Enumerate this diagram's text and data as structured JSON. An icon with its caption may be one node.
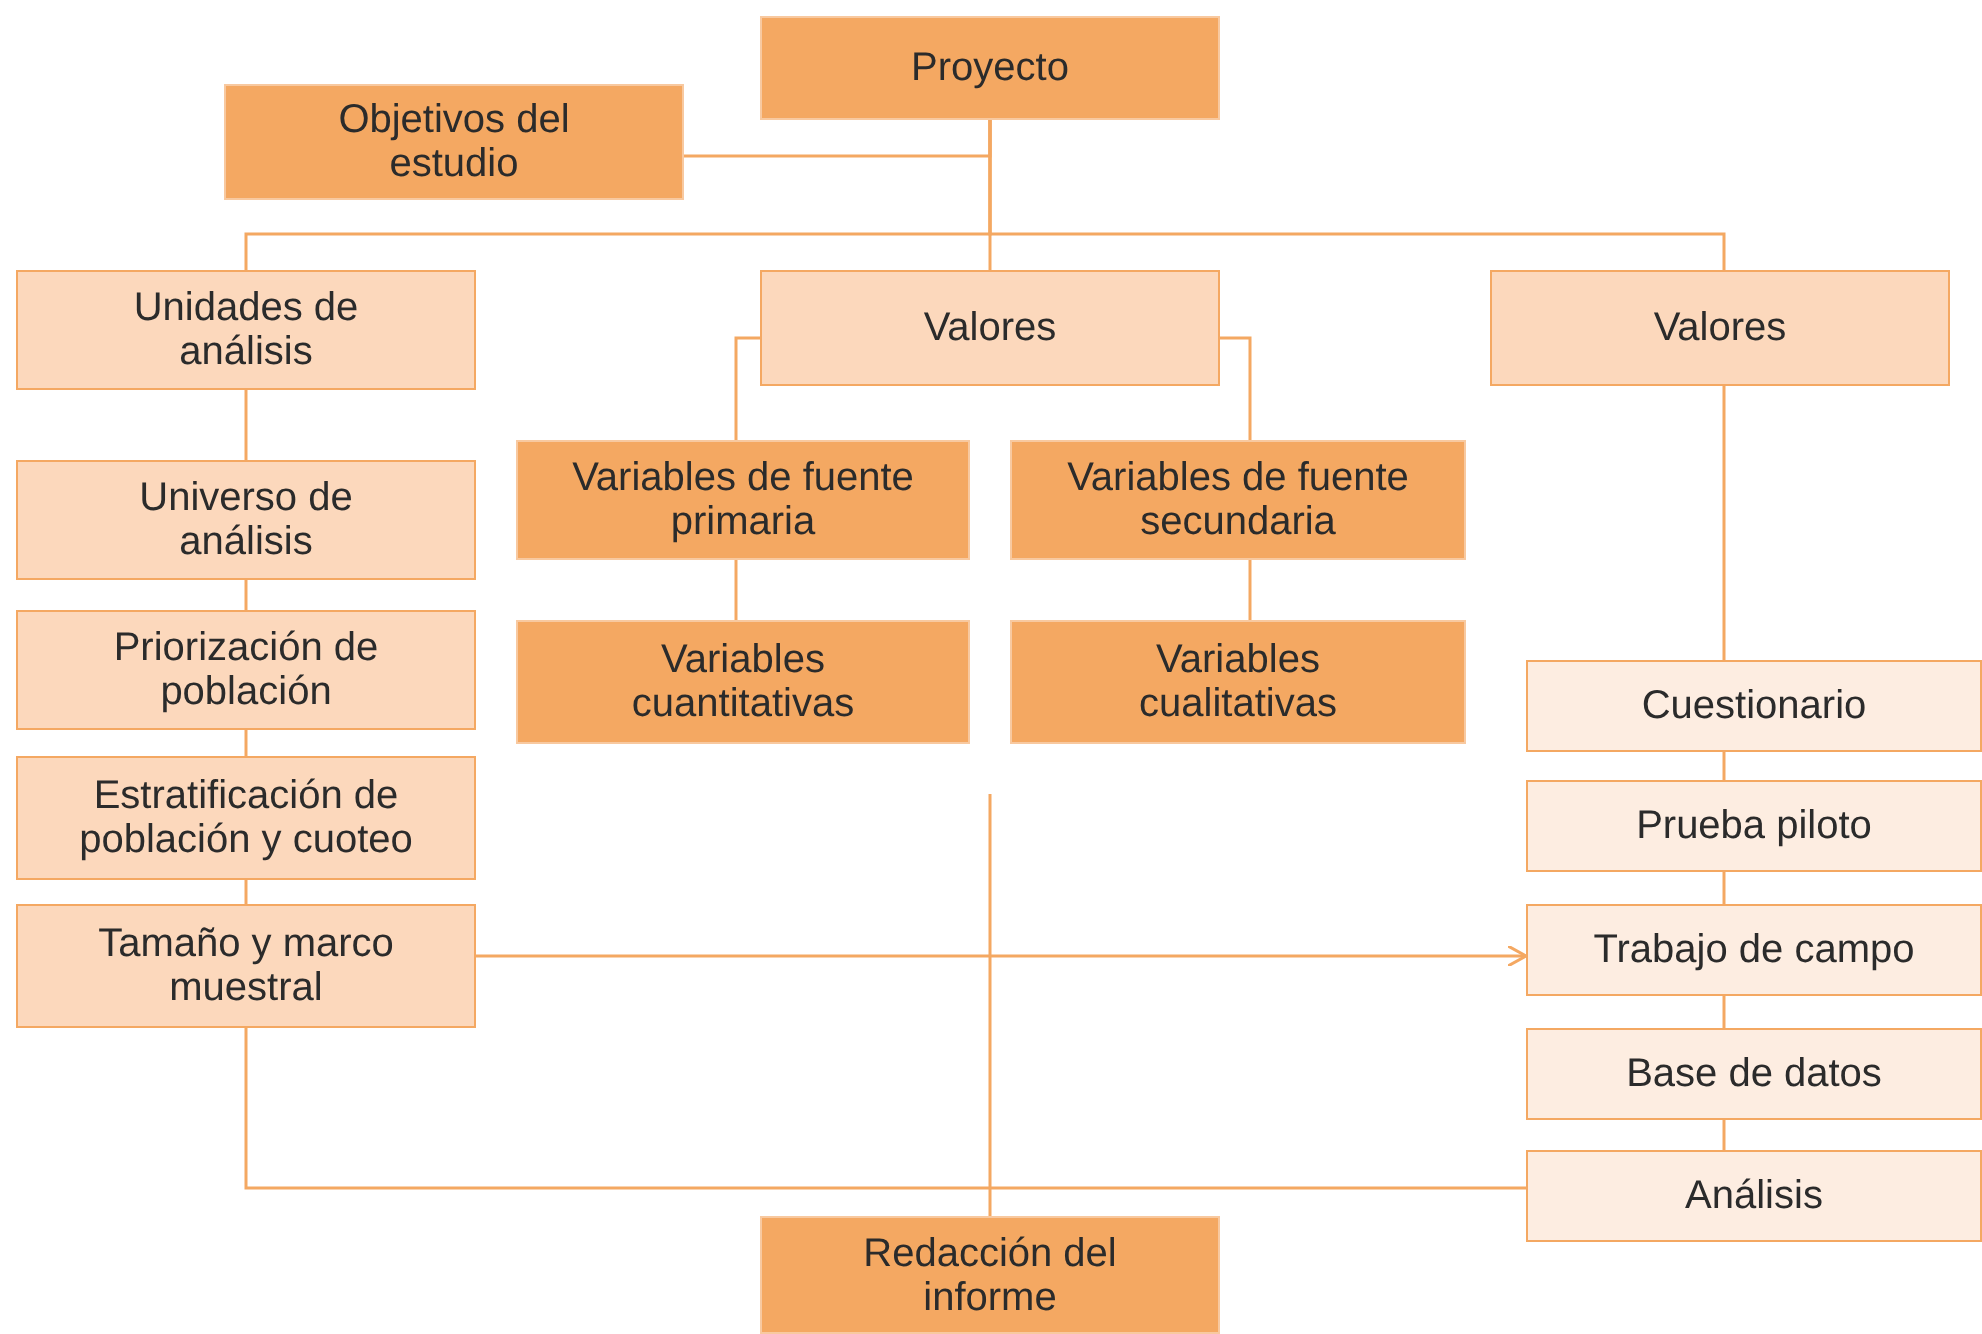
{
  "diagram": {
    "nodes": [
      {
        "text": [
          "Proyecto"
        ]
      },
      {
        "text": [
          "Objetivos del estudio"
        ]
      },
      {
        "text": [
          "Unidades de análisis"
        ]
      },
      {
        "text": [
          "Valores"
        ]
      },
      {
        "text": [
          "Valores"
        ]
      },
      {
        "text": [
          "Universo de análisis"
        ]
      },
      {
        "text": [
          "Priorización de población"
        ]
      },
      {
        "text": [
          "Estratificación de población y cuoteo"
        ]
      },
      {
        "text": [
          "Tamaño y marco muestral"
        ]
      },
      {
        "text": [
          "Variables de fuente primaria"
        ]
      },
      {
        "text": [
          "Variables de fuente secundaria"
        ]
      },
      {
        "text": [
          "Variables cuantitativas"
        ]
      },
      {
        "text": [
          "Variables cualitativas"
        ]
      },
      {
        "text": [
          "Cuestionario"
        ]
      },
      {
        "text": [
          "Prueba piloto"
        ]
      },
      {
        "text": [
          "Trabajo de campo"
        ]
      },
      {
        "text": [
          "Base de datos"
        ]
      },
      {
        "text": [
          "Análisis"
        ]
      },
      {
        "text": [
          "Redacción del informe"
        ]
      }
    ],
    "edges": [
      {
        "from": 1,
        "to": 0,
        "arrow": "none"
      },
      {
        "from": 0,
        "to": 2,
        "arrow": "none"
      },
      {
        "from": 0,
        "to": 3,
        "arrow": "none"
      },
      {
        "from": 0,
        "to": 4,
        "arrow": "none"
      },
      {
        "from": 2,
        "to": 5,
        "arrow": "none"
      },
      {
        "from": 5,
        "to": 6,
        "arrow": "none"
      },
      {
        "from": 6,
        "to": 7,
        "arrow": "none"
      },
      {
        "from": 7,
        "to": 8,
        "arrow": "none"
      },
      {
        "from": 3,
        "to": 9,
        "arrow": "none"
      },
      {
        "from": 3,
        "to": 10,
        "arrow": "none"
      },
      {
        "from": 9,
        "to": 11,
        "arrow": "none"
      },
      {
        "from": 10,
        "to": 12,
        "arrow": "none"
      },
      {
        "from": 4,
        "to": 13,
        "arrow": "none"
      },
      {
        "from": 13,
        "to": 14,
        "arrow": "none"
      },
      {
        "from": 14,
        "to": 15,
        "arrow": "none"
      },
      {
        "from": 15,
        "to": 16,
        "arrow": "none"
      },
      {
        "from": 16,
        "to": 17,
        "arrow": "none"
      },
      {
        "from": 8,
        "to": 15,
        "arrow": "to"
      },
      {
        "from": 8,
        "to": 17,
        "arrow": "none"
      },
      {
        "from": null,
        "to": 18,
        "arrow": "none"
      }
    ]
  }
}
